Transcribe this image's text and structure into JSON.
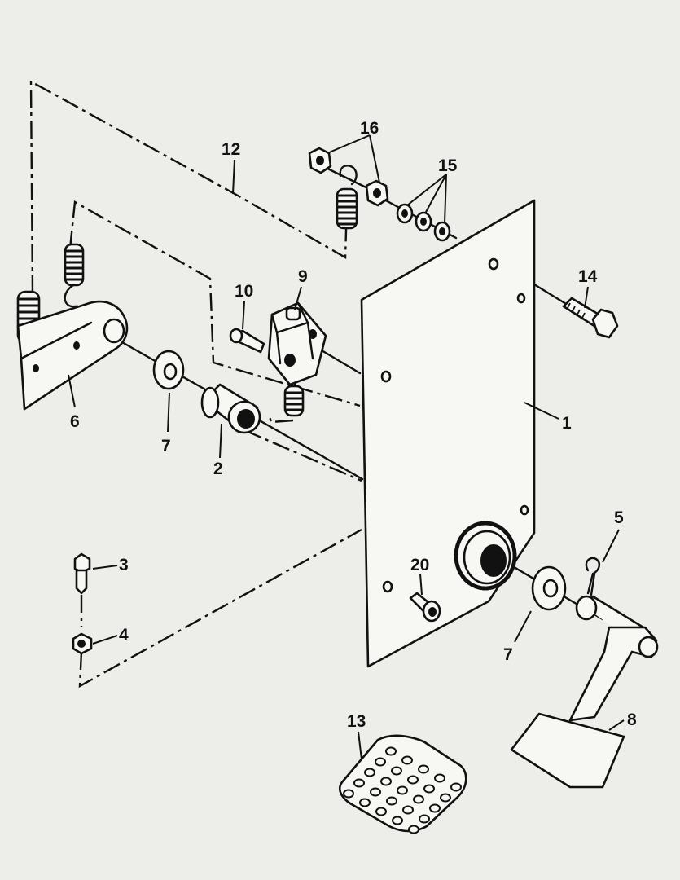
{
  "callouts": {
    "c1": "1",
    "c2": "2",
    "c3": "3",
    "c4": "4",
    "c5": "5",
    "c6": "6",
    "c7a": "7",
    "c7b": "7",
    "c8": "8",
    "c9": "9",
    "c10": "10",
    "c12": "12",
    "c13": "13",
    "c14": "14",
    "c15": "15",
    "c16": "16",
    "c20": "20"
  }
}
